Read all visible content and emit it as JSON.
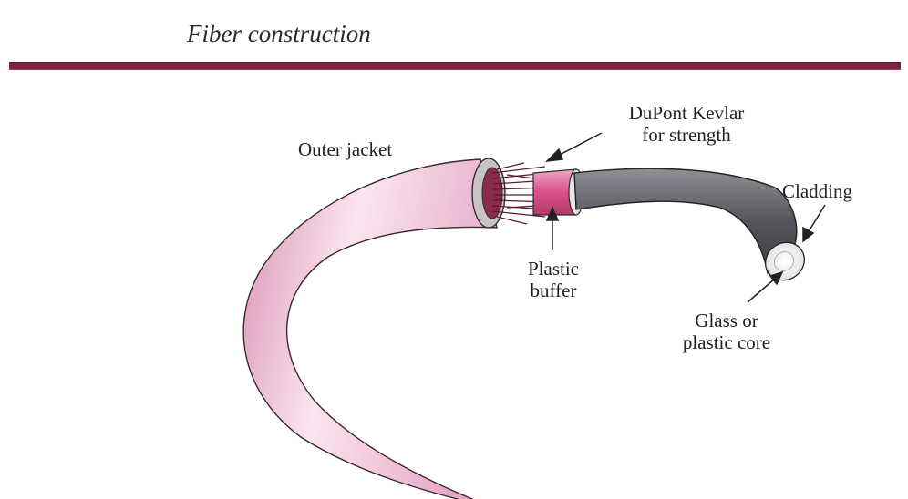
{
  "header": {
    "title": "Fiber construction"
  },
  "diagram": {
    "labels": {
      "outer_jacket": "Outer jacket",
      "kevlar_line1": "DuPont Kevlar",
      "kevlar_line2": "for strength",
      "cladding": "Cladding",
      "buffer_line1": "Plastic",
      "buffer_line2": "buffer",
      "core_line1": "Glass or",
      "core_line2": "plastic core"
    },
    "colors": {
      "rule": "#7b2340",
      "jacket": "#e7a9c7",
      "buffer": "#d9508a",
      "cladding": "#6b6b72",
      "kevlar": "#8a2a4c"
    }
  }
}
